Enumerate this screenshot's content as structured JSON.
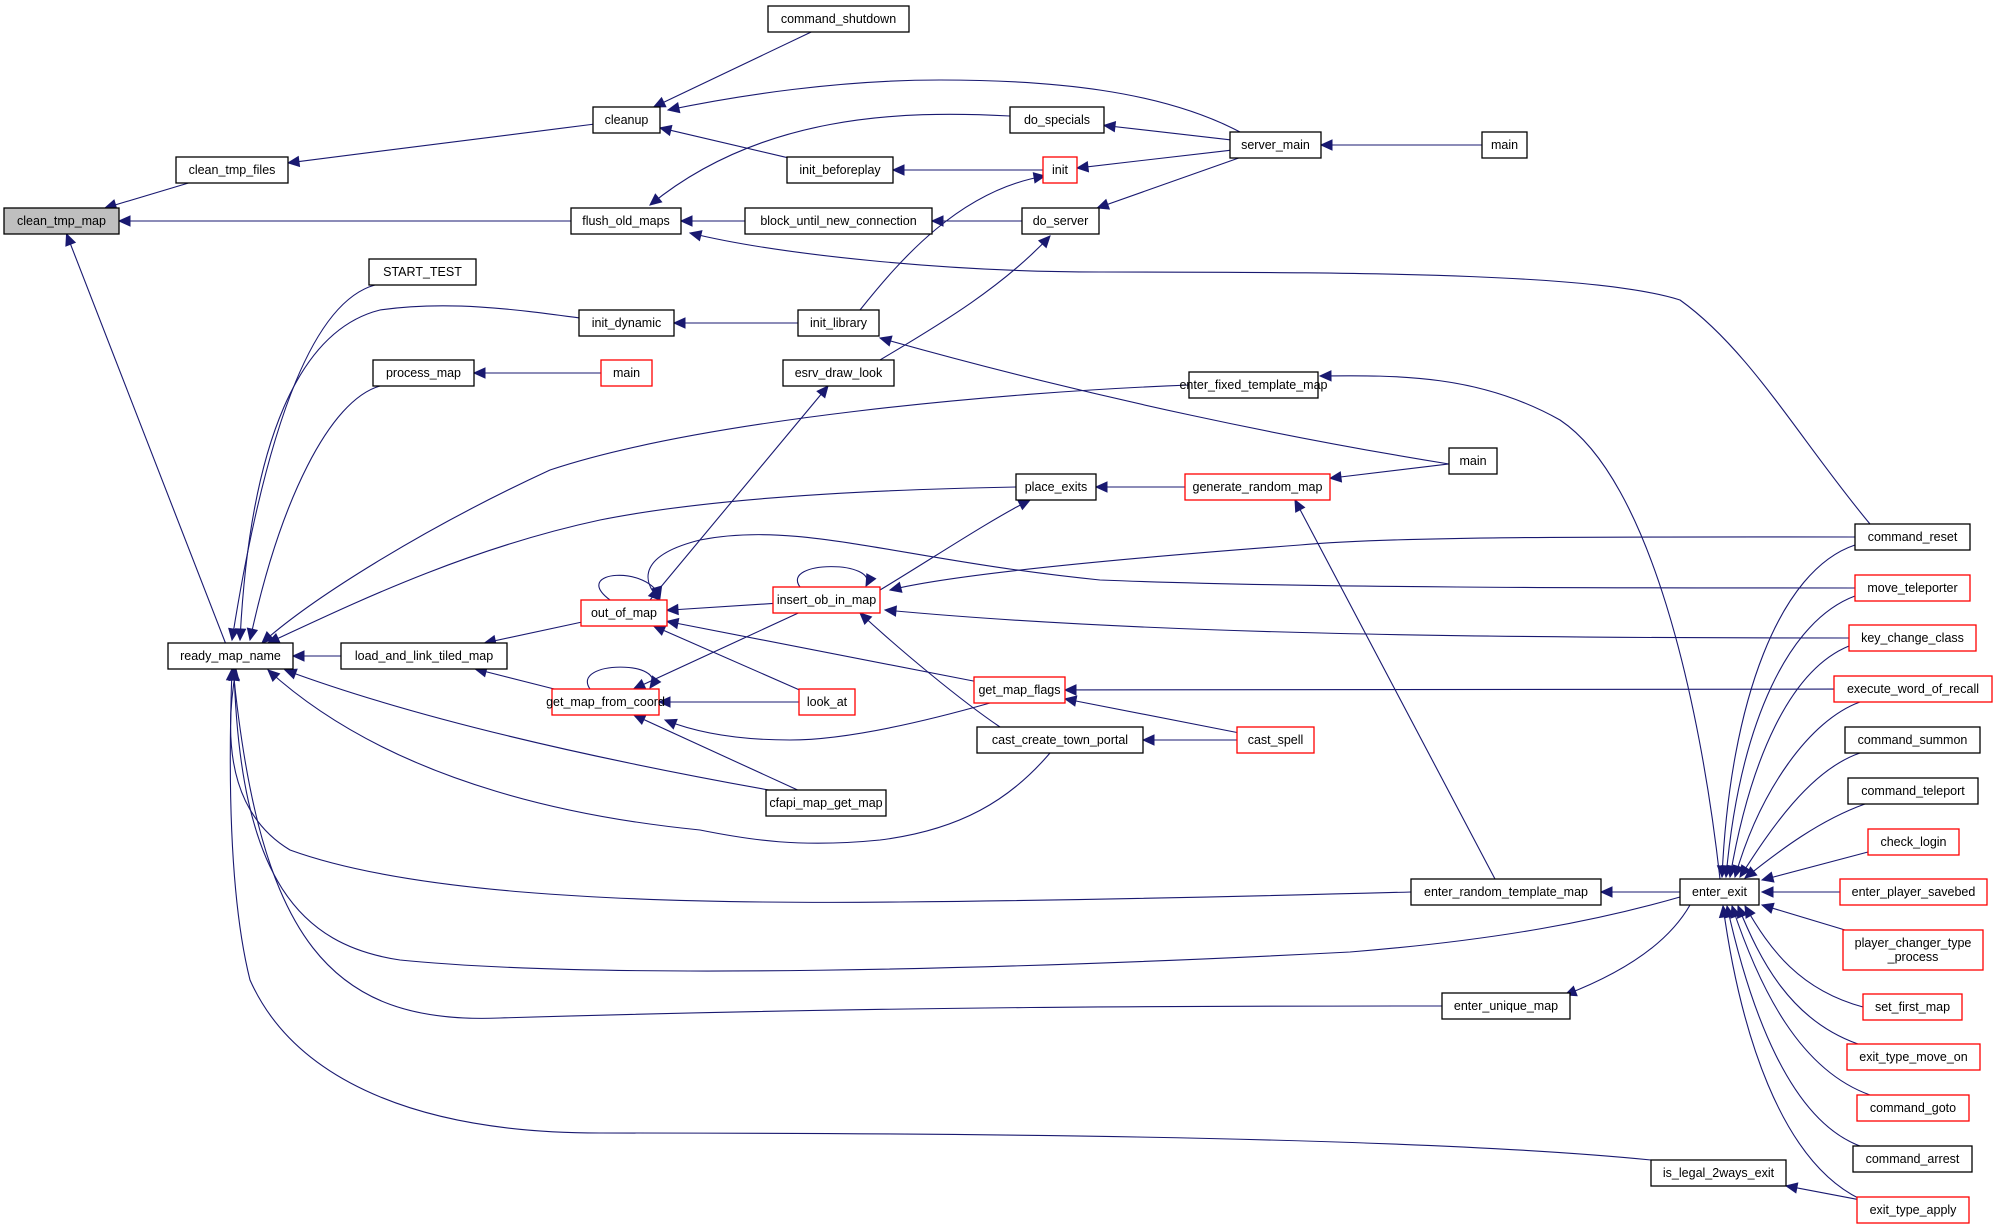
{
  "graph": {
    "title": "clean_tmp_map caller graph",
    "colors": {
      "edge": "#191970",
      "node_border_default": "#000000",
      "node_border_truncated": "#ff0000",
      "focus_fill": "#bfbfbf",
      "background": "#ffffff"
    },
    "nodes": [
      {
        "id": "clean_tmp_map",
        "label": "clean_tmp_map",
        "style": "focus"
      },
      {
        "id": "clean_tmp_files",
        "label": "clean_tmp_files",
        "style": "normal"
      },
      {
        "id": "ready_map_name",
        "label": "ready_map_name",
        "style": "normal"
      },
      {
        "id": "cleanup",
        "label": "cleanup",
        "style": "normal"
      },
      {
        "id": "command_shutdown",
        "label": "command_shutdown",
        "style": "normal"
      },
      {
        "id": "flush_old_maps",
        "label": "flush_old_maps",
        "style": "normal"
      },
      {
        "id": "do_specials",
        "label": "do_specials",
        "style": "normal"
      },
      {
        "id": "init_beforeplay",
        "label": "init_beforeplay",
        "style": "normal"
      },
      {
        "id": "init",
        "label": "init",
        "style": "red"
      },
      {
        "id": "server_main",
        "label": "server_main",
        "style": "normal"
      },
      {
        "id": "main_top",
        "label": "main",
        "style": "normal"
      },
      {
        "id": "block_until_new_connection",
        "label": "block_until_new_connection",
        "style": "normal"
      },
      {
        "id": "do_server",
        "label": "do_server",
        "style": "normal"
      },
      {
        "id": "START_TEST",
        "label": "START_TEST",
        "style": "normal"
      },
      {
        "id": "init_dynamic",
        "label": "init_dynamic",
        "style": "normal"
      },
      {
        "id": "init_library",
        "label": "init_library",
        "style": "normal"
      },
      {
        "id": "process_map",
        "label": "process_map",
        "style": "normal"
      },
      {
        "id": "main_red",
        "label": "main",
        "style": "red"
      },
      {
        "id": "esrv_draw_look",
        "label": "esrv_draw_look",
        "style": "normal"
      },
      {
        "id": "enter_fixed_template_map",
        "label": "enter_fixed_template_map",
        "style": "normal"
      },
      {
        "id": "main_mid",
        "label": "main",
        "style": "normal"
      },
      {
        "id": "place_exits",
        "label": "place_exits",
        "style": "normal"
      },
      {
        "id": "generate_random_map",
        "label": "generate_random_map",
        "style": "red"
      },
      {
        "id": "out_of_map",
        "label": "out_of_map",
        "style": "red"
      },
      {
        "id": "insert_ob_in_map",
        "label": "insert_ob_in_map",
        "style": "red"
      },
      {
        "id": "load_and_link_tiled_map",
        "label": "load_and_link_tiled_map",
        "style": "normal"
      },
      {
        "id": "get_map_from_coord",
        "label": "get_map_from_coord",
        "style": "red"
      },
      {
        "id": "look_at",
        "label": "look_at",
        "style": "red"
      },
      {
        "id": "get_map_flags",
        "label": "get_map_flags",
        "style": "red"
      },
      {
        "id": "cast_create_town_portal",
        "label": "cast_create_town_portal",
        "style": "normal"
      },
      {
        "id": "cast_spell",
        "label": "cast_spell",
        "style": "red"
      },
      {
        "id": "cfapi_map_get_map",
        "label": "cfapi_map_get_map",
        "style": "normal"
      },
      {
        "id": "enter_random_template_map",
        "label": "enter_random_template_map",
        "style": "normal"
      },
      {
        "id": "enter_exit",
        "label": "enter_exit",
        "style": "normal"
      },
      {
        "id": "enter_unique_map",
        "label": "enter_unique_map",
        "style": "normal"
      },
      {
        "id": "is_legal_2ways_exit",
        "label": "is_legal_2ways_exit",
        "style": "normal"
      },
      {
        "id": "command_reset",
        "label": "command_reset",
        "style": "normal"
      },
      {
        "id": "move_teleporter",
        "label": "move_teleporter",
        "style": "red"
      },
      {
        "id": "key_change_class",
        "label": "key_change_class",
        "style": "red"
      },
      {
        "id": "execute_word_of_recall",
        "label": "execute_word_of_recall",
        "style": "red"
      },
      {
        "id": "command_summon",
        "label": "command_summon",
        "style": "normal"
      },
      {
        "id": "command_teleport",
        "label": "command_teleport",
        "style": "normal"
      },
      {
        "id": "check_login",
        "label": "check_login",
        "style": "red"
      },
      {
        "id": "enter_player_savebed",
        "label": "enter_player_savebed",
        "style": "red"
      },
      {
        "id": "player_changer_type_process",
        "label": "player_changer_type\n_process",
        "style": "red"
      },
      {
        "id": "set_first_map",
        "label": "set_first_map",
        "style": "red"
      },
      {
        "id": "exit_type_move_on",
        "label": "exit_type_move_on",
        "style": "red"
      },
      {
        "id": "command_goto",
        "label": "command_goto",
        "style": "red"
      },
      {
        "id": "command_arrest",
        "label": "command_arrest",
        "style": "normal"
      },
      {
        "id": "exit_type_apply",
        "label": "exit_type_apply",
        "style": "red"
      }
    ],
    "edges": [
      {
        "from": "clean_tmp_files",
        "to": "clean_tmp_map"
      },
      {
        "from": "flush_old_maps",
        "to": "clean_tmp_map"
      },
      {
        "from": "ready_map_name",
        "to": "clean_tmp_map"
      },
      {
        "from": "cleanup",
        "to": "clean_tmp_files"
      },
      {
        "from": "command_shutdown",
        "to": "cleanup"
      },
      {
        "from": "server_main",
        "to": "cleanup"
      },
      {
        "from": "init_beforeplay",
        "to": "cleanup"
      },
      {
        "from": "do_specials",
        "to": "flush_old_maps"
      },
      {
        "from": "block_until_new_connection",
        "to": "flush_old_maps"
      },
      {
        "from": "command_reset",
        "to": "flush_old_maps"
      },
      {
        "from": "server_main",
        "to": "do_specials"
      },
      {
        "from": "init",
        "to": "init_beforeplay"
      },
      {
        "from": "server_main",
        "to": "init"
      },
      {
        "from": "init_library",
        "to": "init"
      },
      {
        "from": "main_top",
        "to": "server_main"
      },
      {
        "from": "do_server",
        "to": "block_until_new_connection"
      },
      {
        "from": "server_main",
        "to": "do_server"
      },
      {
        "from": "esrv_draw_look",
        "to": "do_server"
      },
      {
        "from": "START_TEST",
        "to": "ready_map_name"
      },
      {
        "from": "init_dynamic",
        "to": "ready_map_name"
      },
      {
        "from": "process_map",
        "to": "ready_map_name"
      },
      {
        "from": "init_library",
        "to": "init_dynamic"
      },
      {
        "from": "main_red",
        "to": "process_map"
      },
      {
        "from": "main_mid",
        "to": "init_library"
      },
      {
        "from": "out_of_map",
        "to": "esrv_draw_look"
      },
      {
        "from": "enter_fixed_template_map",
        "to": "ready_map_name"
      },
      {
        "from": "enter_exit",
        "to": "enter_fixed_template_map"
      },
      {
        "from": "main_mid",
        "to": "generate_random_map"
      },
      {
        "from": "generate_random_map",
        "to": "place_exits"
      },
      {
        "from": "place_exits",
        "to": "ready_map_name"
      },
      {
        "from": "insert_ob_in_map",
        "to": "place_exits"
      },
      {
        "from": "enter_random_template_map",
        "to": "generate_random_map"
      },
      {
        "from": "load_and_link_tiled_map",
        "to": "ready_map_name"
      },
      {
        "from": "out_of_map",
        "to": "load_and_link_tiled_map"
      },
      {
        "from": "get_map_from_coord",
        "to": "load_and_link_tiled_map"
      },
      {
        "from": "out_of_map",
        "to": "out_of_map"
      },
      {
        "from": "insert_ob_in_map",
        "to": "out_of_map"
      },
      {
        "from": "look_at",
        "to": "out_of_map"
      },
      {
        "from": "get_map_flags",
        "to": "out_of_map"
      },
      {
        "from": "move_teleporter",
        "to": "out_of_map"
      },
      {
        "from": "insert_ob_in_map",
        "to": "insert_ob_in_map"
      },
      {
        "from": "command_reset",
        "to": "insert_ob_in_map"
      },
      {
        "from": "key_change_class",
        "to": "insert_ob_in_map"
      },
      {
        "from": "cast_create_town_portal",
        "to": "insert_ob_in_map"
      },
      {
        "from": "get_map_from_coord",
        "to": "get_map_from_coord"
      },
      {
        "from": "insert_ob_in_map",
        "to": "get_map_from_coord"
      },
      {
        "from": "look_at",
        "to": "get_map_from_coord"
      },
      {
        "from": "get_map_flags",
        "to": "get_map_from_coord"
      },
      {
        "from": "cfapi_map_get_map",
        "to": "get_map_from_coord"
      },
      {
        "from": "execute_word_of_recall",
        "to": "get_map_flags"
      },
      {
        "from": "cast_spell",
        "to": "get_map_flags"
      },
      {
        "from": "cast_spell",
        "to": "cast_create_town_portal"
      },
      {
        "from": "cfapi_map_get_map",
        "to": "ready_map_name"
      },
      {
        "from": "cast_create_town_portal",
        "to": "ready_map_name"
      },
      {
        "from": "enter_random_template_map",
        "to": "ready_map_name"
      },
      {
        "from": "enter_exit",
        "to": "ready_map_name"
      },
      {
        "from": "enter_unique_map",
        "to": "ready_map_name"
      },
      {
        "from": "is_legal_2ways_exit",
        "to": "ready_map_name"
      },
      {
        "from": "enter_exit",
        "to": "enter_random_template_map"
      },
      {
        "from": "enter_exit",
        "to": "enter_unique_map"
      },
      {
        "from": "exit_type_apply",
        "to": "is_legal_2ways_exit"
      },
      {
        "from": "command_reset",
        "to": "enter_exit"
      },
      {
        "from": "move_teleporter",
        "to": "enter_exit"
      },
      {
        "from": "key_change_class",
        "to": "enter_exit"
      },
      {
        "from": "execute_word_of_recall",
        "to": "enter_exit"
      },
      {
        "from": "command_summon",
        "to": "enter_exit"
      },
      {
        "from": "command_teleport",
        "to": "enter_exit"
      },
      {
        "from": "check_login",
        "to": "enter_exit"
      },
      {
        "from": "enter_player_savebed",
        "to": "enter_exit"
      },
      {
        "from": "player_changer_type_process",
        "to": "enter_exit"
      },
      {
        "from": "set_first_map",
        "to": "enter_exit"
      },
      {
        "from": "exit_type_move_on",
        "to": "enter_exit"
      },
      {
        "from": "command_goto",
        "to": "enter_exit"
      },
      {
        "from": "command_arrest",
        "to": "enter_exit"
      },
      {
        "from": "exit_type_apply",
        "to": "enter_exit"
      }
    ]
  }
}
